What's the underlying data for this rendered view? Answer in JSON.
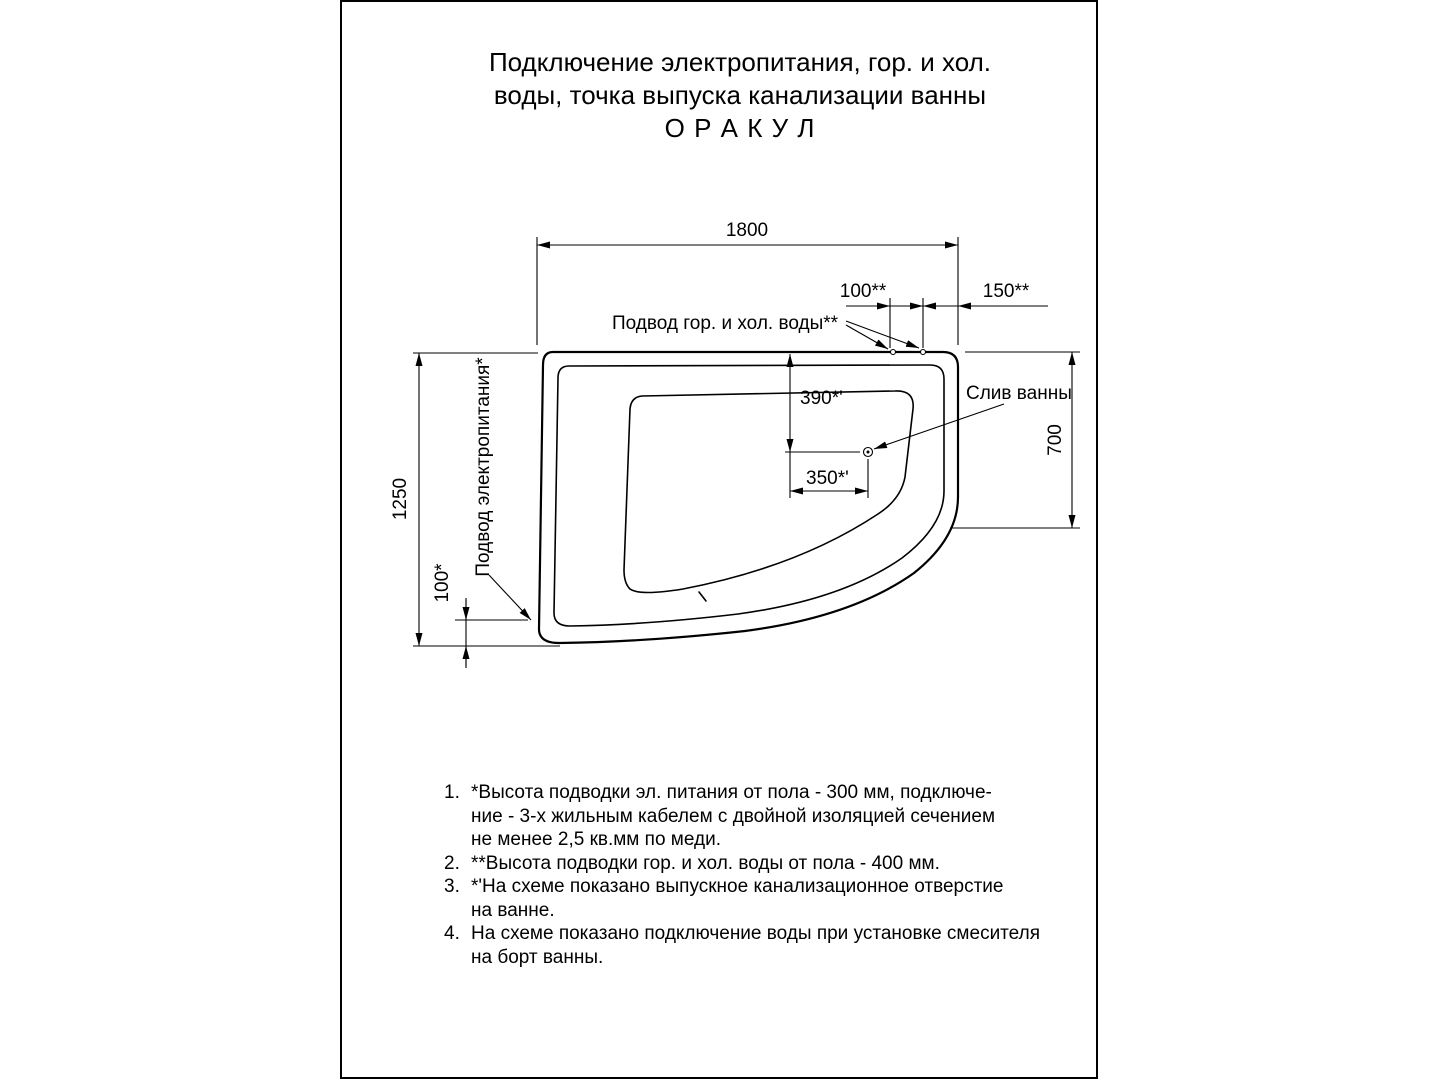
{
  "title": {
    "line1": "Подключение электропитания, гор. и хол.",
    "line2": "воды, точка выпуска канализации ванны",
    "line3": "О Р А К У Л"
  },
  "diagram": {
    "dim_width": "1800",
    "dim_height": "1250",
    "dim_right_height": "700",
    "dim_offset_100": "100**",
    "dim_offset_150": "150**",
    "dim_drain_vertical": "390*'",
    "dim_drain_horizontal": "350*'",
    "dim_power_offset": "100*",
    "label_water_supply": "Подвод гор. и хол. воды**",
    "label_power_supply": "Подвод электропитания*",
    "label_drain": "Слив ванны"
  },
  "notes": {
    "n1": {
      "num": "1.",
      "l1": "*Высота подводки эл. питания от пола - 300 мм, подключе-",
      "l2": "ние - 3-х жильным кабелем с двойной изоляцией сечением",
      "l3": "не менее 2,5 кв.мм по меди."
    },
    "n2": {
      "num": "2.",
      "l1": "**Высота подводки гор. и хол. воды от пола - 400 мм."
    },
    "n3": {
      "num": "3.",
      "l1": "*'На схеме показано выпускное канализационное отверстие",
      "l2": "на ванне."
    },
    "n4": {
      "num": "4.",
      "l1": "На схеме показано подключение воды при установке смесителя",
      "l2": "на борт ванны."
    }
  }
}
